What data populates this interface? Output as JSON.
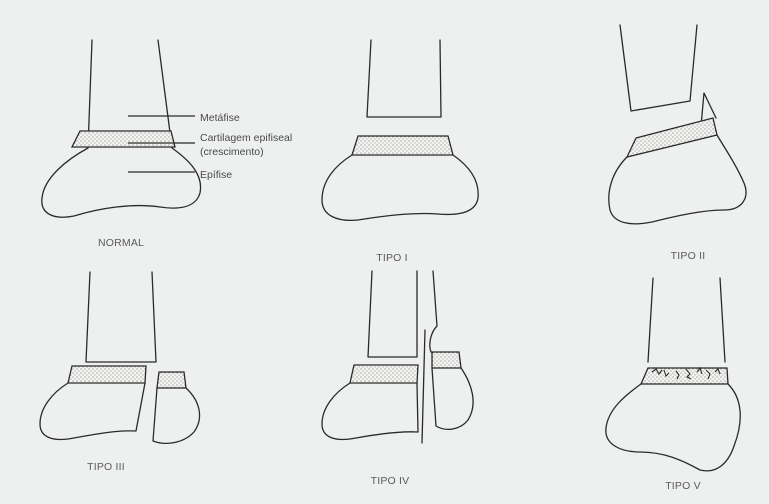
{
  "annotations": {
    "metaphysis": "Metáfise",
    "physis_line1": "Cartilagem epifiseal",
    "physis_line2": "(crescimento)",
    "epiphysis": "Epífise"
  },
  "panels": [
    {
      "id": "normal",
      "label": "NORMAL"
    },
    {
      "id": "tipo1",
      "label": "TIPO I"
    },
    {
      "id": "tipo2",
      "label": "TIPO II"
    },
    {
      "id": "tipo3",
      "label": "TIPO III"
    },
    {
      "id": "tipo4",
      "label": "TIPO IV"
    },
    {
      "id": "tipo5",
      "label": "TIPO V"
    }
  ]
}
